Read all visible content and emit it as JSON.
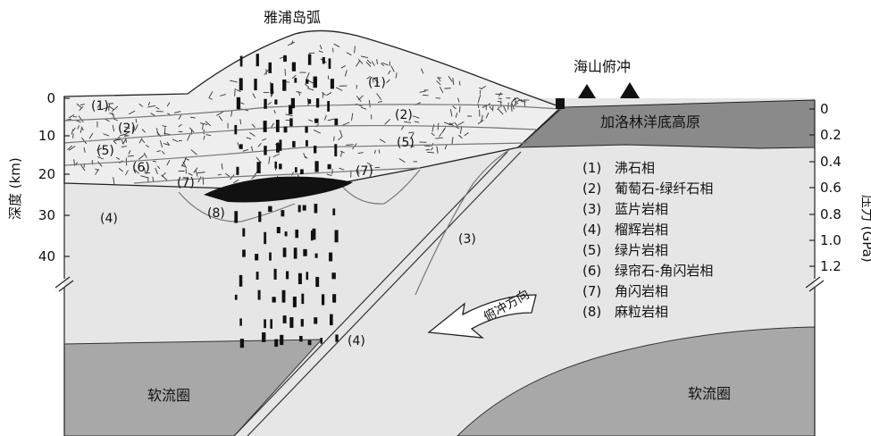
{
  "title": "雅浦岛弧",
  "trench_label": "海山俯冲",
  "plateau_label": "加洛林洋底高原",
  "asthenosphere_label": "软流圈",
  "subduction_direction_label": "俯冲方向",
  "left_axis": {
    "title": "深度 (km)",
    "ticks": [
      "0",
      "10",
      "20",
      "30",
      "40"
    ]
  },
  "right_axis": {
    "title": "压力 (GPa)",
    "ticks": [
      "0",
      "0.2",
      "0.4",
      "0.6",
      "0.8",
      "1.0",
      "1.2"
    ]
  },
  "legend": [
    {
      "num": "(1)",
      "name": "沸石相"
    },
    {
      "num": "(2)",
      "name": "葡萄石-绿纤石相"
    },
    {
      "num": "(3)",
      "name": "蓝片岩相"
    },
    {
      "num": "(4)",
      "name": "榴辉岩相"
    },
    {
      "num": "(5)",
      "name": "绿片岩相"
    },
    {
      "num": "(6)",
      "name": "绿帘石-角闪岩相"
    },
    {
      "num": "(7)",
      "name": "角闪岩相"
    },
    {
      "num": "(8)",
      "name": "麻粒岩相"
    }
  ],
  "facies_labels": {
    "arc_left": [
      "(1)",
      "(2)",
      "(5)",
      "(6)",
      "(7)",
      "(8)"
    ],
    "arc_right": [
      "(1)",
      "(2)",
      "(5)",
      "(7)"
    ],
    "lower_left": "(4)",
    "slab": "(3)",
    "mantle": "(4)"
  },
  "colors": {
    "asthenosphere": "#a8a8a8",
    "plateau": "#8a8a8a",
    "mantle": "#e6e6e6",
    "crust": "#dcdcdc",
    "melt": "#111111"
  }
}
